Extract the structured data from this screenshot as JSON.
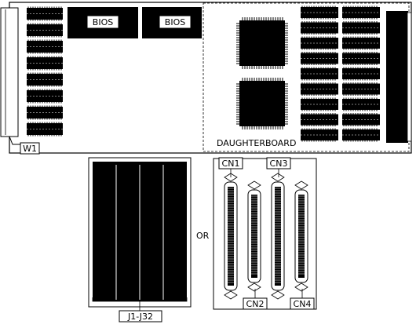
{
  "labels": {
    "bios_1": "BIOS",
    "bios_2": "BIOS",
    "daughterboard": "DAUGHTERBOARD",
    "jumper_w1": "W1",
    "or": "OR",
    "block_j": "J1-J32",
    "cn1": "CN1",
    "cn2": "CN2",
    "cn3": "CN3",
    "cn4": "CN4"
  },
  "colors": {
    "ink": "#000000",
    "paper": "#ffffff"
  }
}
